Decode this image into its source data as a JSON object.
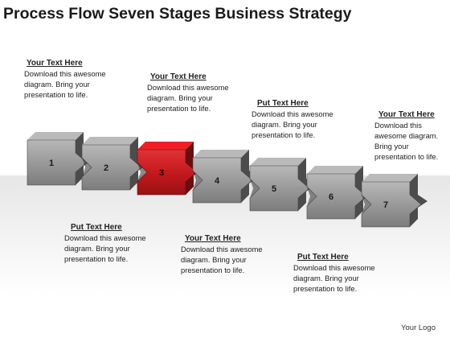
{
  "title": "Process Flow Seven Stages Business Strategy",
  "stages": [
    {
      "number": "1",
      "color": "#8a8a8a"
    },
    {
      "number": "2",
      "color": "#8a8a8a"
    },
    {
      "number": "3",
      "color": "#c0181b"
    },
    {
      "number": "4",
      "color": "#8a8a8a"
    },
    {
      "number": "5",
      "color": "#8a8a8a"
    },
    {
      "number": "6",
      "color": "#8a8a8a"
    },
    {
      "number": "7",
      "color": "#8a8a8a"
    }
  ],
  "notes": [
    {
      "heading": "Your Text Here",
      "body": "Download this awesome diagram. Bring your presentation to life."
    },
    {
      "heading": "Put Text Here",
      "body": "Download this awesome diagram. Bring your presentation to life."
    },
    {
      "heading": "Your Text Here",
      "body": "Download this awesome diagram. Bring your presentation to life."
    },
    {
      "heading": "Your Text Here",
      "body": "Download this awesome diagram. Bring your presentation to life."
    },
    {
      "heading": "Put Text Here",
      "body": "Download this awesome diagram. Bring your presentation to life."
    },
    {
      "heading": "Your Text Here",
      "body": "Download this awesome diagram. Bring your presentation to life."
    },
    {
      "heading": "Put Text Here",
      "body": "Download this awesome diagram. Bring your presentation to life."
    }
  ],
  "logo": "Your Logo"
}
